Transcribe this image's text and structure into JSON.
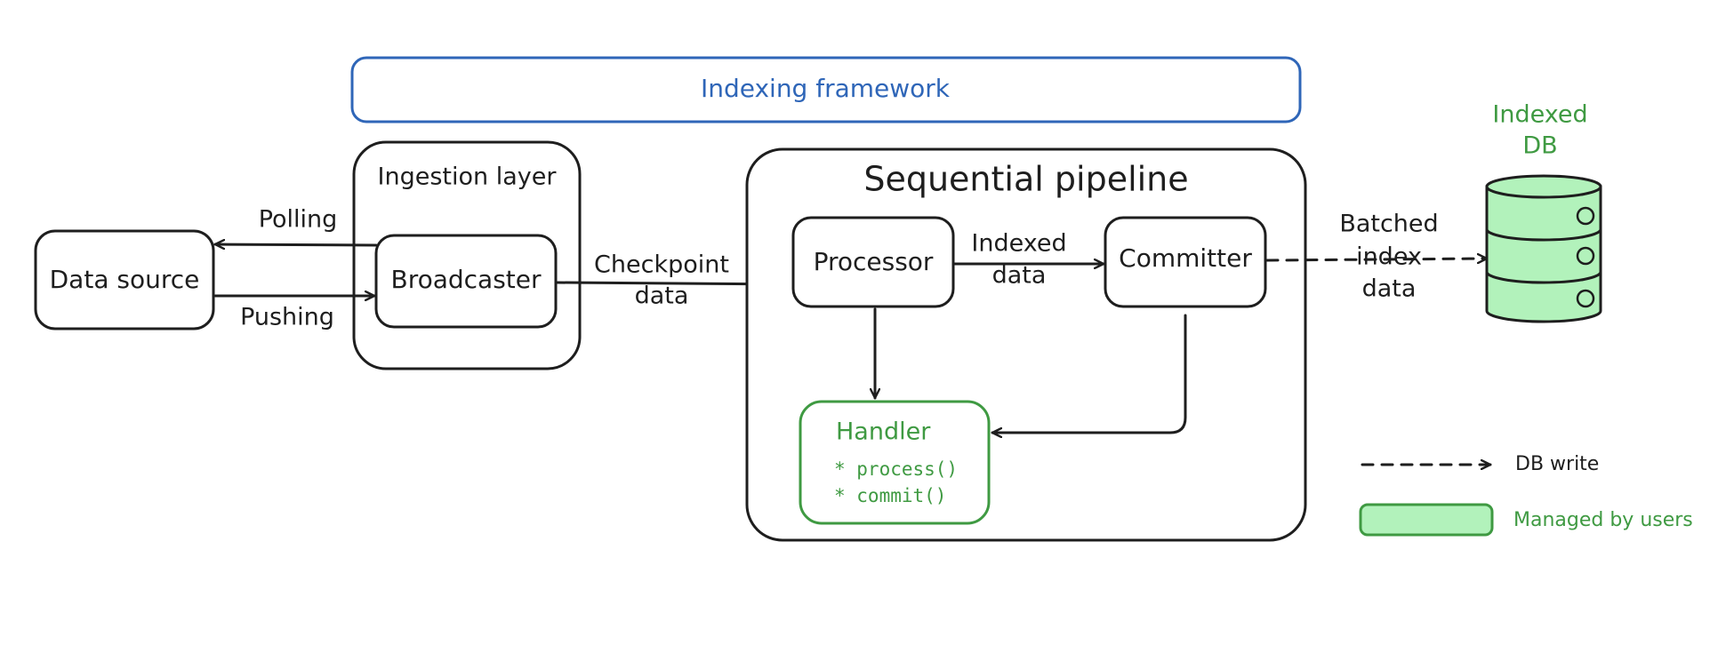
{
  "diagram": {
    "framework_label": "Indexing framework",
    "ingestion_layer": {
      "title": "Ingestion layer",
      "broadcaster": "Broadcaster"
    },
    "data_source": "Data source",
    "edges": {
      "polling": "Polling",
      "pushing": "Pushing",
      "checkpoint_line1": "Checkpoint",
      "checkpoint_line2": "data",
      "indexed_line1": "Indexed",
      "indexed_line2": "data",
      "batched_line1": "Batched",
      "batched_line2": "index",
      "batched_line3": "data"
    },
    "pipeline": {
      "title": "Sequential pipeline",
      "processor": "Processor",
      "committer": "Committer",
      "handler": {
        "title": "Handler",
        "method1": "* process()",
        "method2": "* commit()"
      }
    },
    "database": {
      "line1": "Indexed",
      "line2": "DB"
    },
    "legend": {
      "db_write": "DB write",
      "managed": "Managed by users"
    },
    "colors": {
      "stroke": "#1e1e1e",
      "framework_blue": "#2f66b8",
      "user_green": "#3f9a42",
      "db_fill": "#b2f2bb"
    }
  }
}
